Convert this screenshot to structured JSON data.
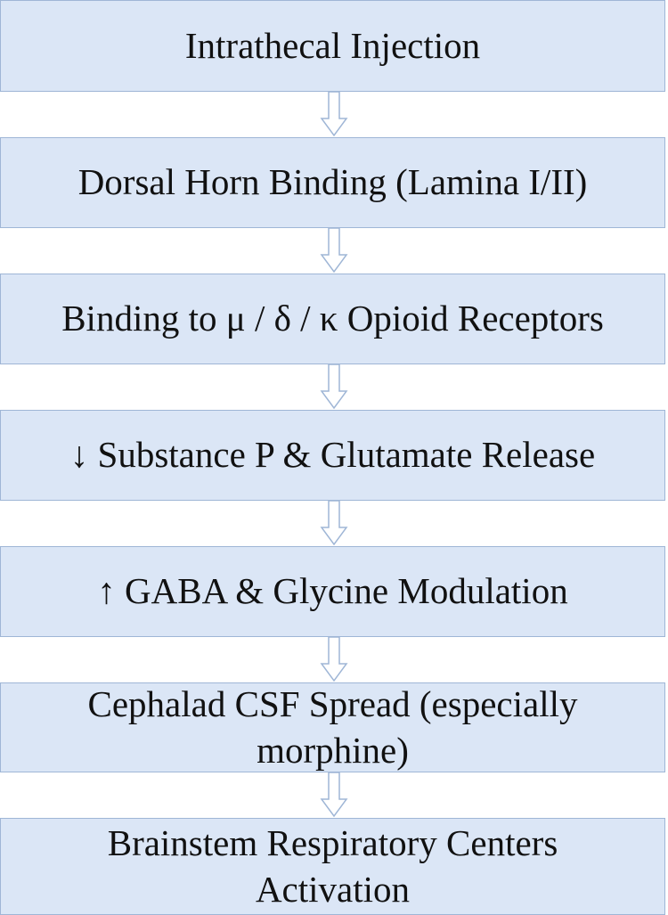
{
  "steps": [
    {
      "label": "Intrathecal Injection"
    },
    {
      "label": "Dorsal Horn Binding (Lamina I/II)"
    },
    {
      "label": "Binding to μ / δ / κ Opioid Receptors"
    },
    {
      "label": "↓ Substance P & Glutamate Release"
    },
    {
      "label": "↑ GABA & Glycine Modulation"
    },
    {
      "label": "Cephalad CSF Spread (especially morphine)"
    },
    {
      "label": "Brainstem Respiratory Centers Activation"
    }
  ],
  "colors": {
    "box_fill": "#dbe6f6",
    "box_border": "#9fb6d6",
    "arrow_fill": "#ffffff",
    "arrow_stroke": "#9fb6d6",
    "text": "#111111"
  }
}
